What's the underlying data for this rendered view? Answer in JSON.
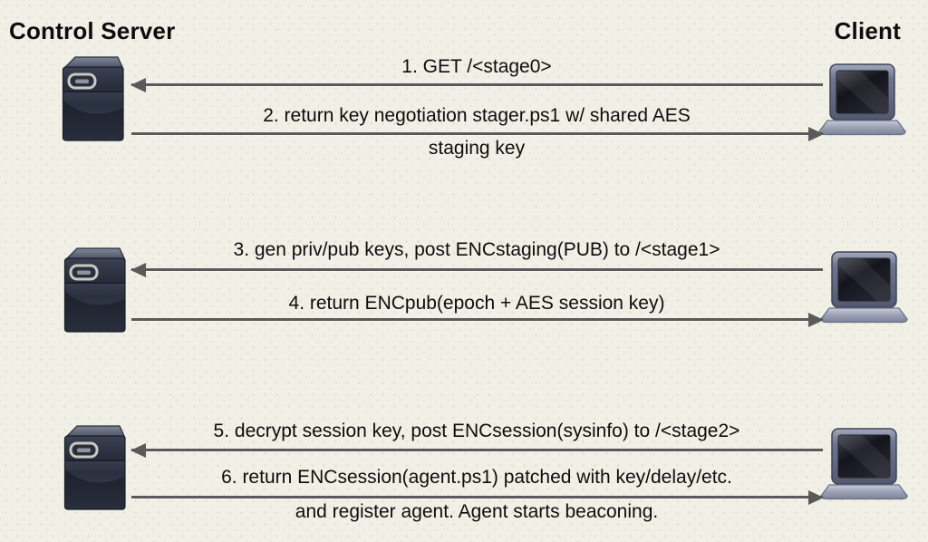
{
  "diagram": {
    "left_actor": "Control Server",
    "right_actor": "Client",
    "messages": [
      {
        "num": 1,
        "direction": "left",
        "text": "1. GET /<stage0>"
      },
      {
        "num": 2,
        "direction": "right",
        "text": "2. return key negotiation stager.ps1 w/ shared AES",
        "text2": "staging key"
      },
      {
        "num": 3,
        "direction": "left",
        "text": "3. gen priv/pub keys, post ENCstaging(PUB) to /<stage1>"
      },
      {
        "num": 4,
        "direction": "right",
        "text": "4. return ENCpub(epoch + AES session key)"
      },
      {
        "num": 5,
        "direction": "left",
        "text": "5. decrypt session key, post ENCsession(sysinfo) to /<stage2>"
      },
      {
        "num": 6,
        "direction": "right",
        "text": "6. return ENCsession(agent.ps1) patched with key/delay/etc.",
        "text2": "and register agent. Agent starts beaconing."
      }
    ],
    "colors": {
      "background": "#f1f0e7",
      "arrow": "#5a5a5a",
      "text": "#0d0d0d"
    }
  }
}
